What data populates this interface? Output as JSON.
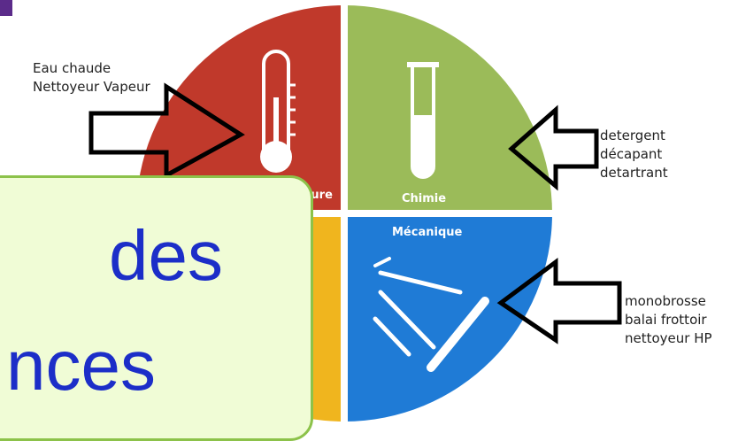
{
  "diagram": {
    "quadrants": [
      {
        "id": "temperature",
        "label": "rature",
        "color": "#c0392b"
      },
      {
        "id": "chimie",
        "label": "Chimie",
        "color": "#9bbb59"
      },
      {
        "id": "mecanique",
        "label": "Mécanique",
        "color": "#1f7bd6"
      },
      {
        "id": "temps",
        "label": "",
        "color": "#f0b51e"
      }
    ]
  },
  "callouts": {
    "temperature": [
      "Eau chaude",
      "Nettoyeur Vapeur"
    ],
    "chimie": [
      "detergent",
      "décapant",
      "detartrant"
    ],
    "mecanique": [
      "monobrosse",
      "balai frottoir",
      "nettoyeur HP"
    ]
  },
  "overlay": {
    "line1": "des",
    "line2": "nces"
  }
}
